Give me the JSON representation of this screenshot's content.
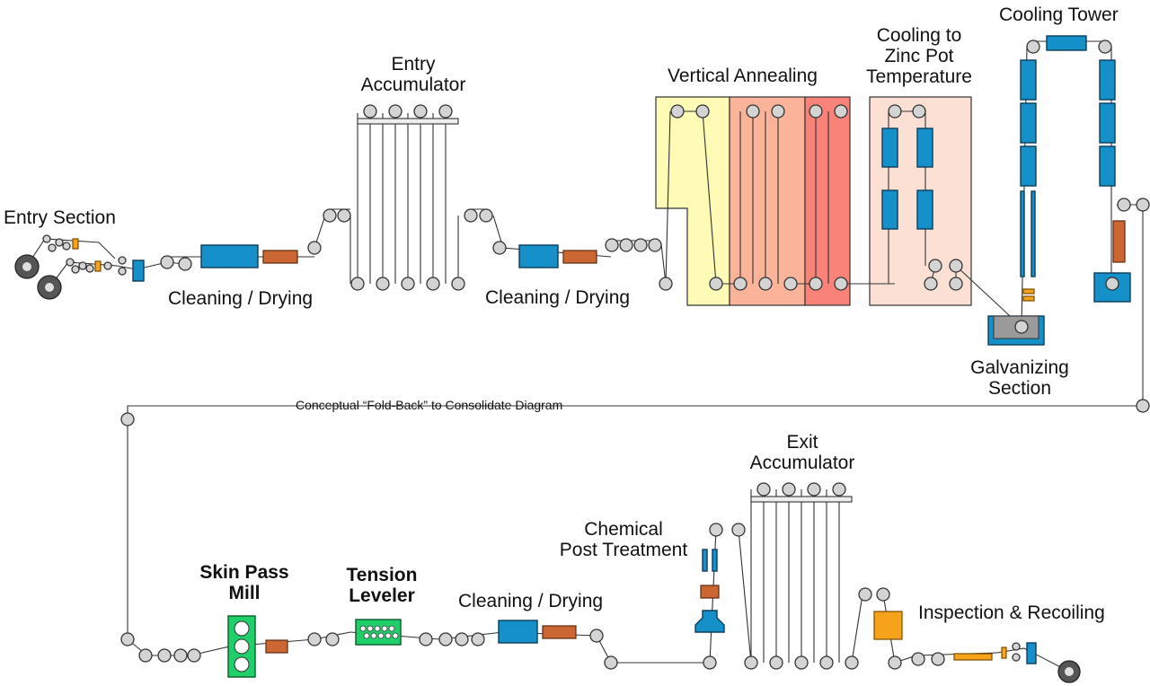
{
  "labels": {
    "entry_section": "Entry Section",
    "cleaning_drying_1": "Cleaning / Drying",
    "entry_accumulator": [
      "Entry",
      "Accumulator"
    ],
    "cleaning_drying_2": "Cleaning / Drying",
    "vertical_annealing": "Vertical Annealing",
    "cooling_to_zinc_pot": [
      "Cooling to",
      "Zinc Pot",
      "Temperature"
    ],
    "cooling_tower": "Cooling Tower",
    "galvanizing_section": [
      "Galvanizing",
      "Section"
    ],
    "fold_back_note": "Conceptual “Fold-Back” to Consolidate Diagram",
    "exit_accumulator": [
      "Exit",
      "Accumulator"
    ],
    "chemical_post_treatment": [
      "Chemical",
      "Post Treatment"
    ],
    "skin_pass_mill": [
      "Skin Pass",
      "Mill"
    ],
    "tension_leveler": [
      "Tension",
      "Leveler"
    ],
    "cleaning_drying_3": "Cleaning / Drying",
    "inspection_recoiling": "Inspection & Recoiling"
  },
  "colors": {
    "equipment_blue": "#1590c8",
    "heater_rust": "#cc6633",
    "accent_orange": "#f7a21b",
    "furnace_zone_1": "#fdfbb5",
    "furnace_zone_2": "#fbb39a",
    "furnace_zone_3": "#f98378",
    "cooling_zone": "#fde0d4",
    "skin_pass_green": "#1fcf6a",
    "zinc_pot": "#9a9a9a"
  }
}
